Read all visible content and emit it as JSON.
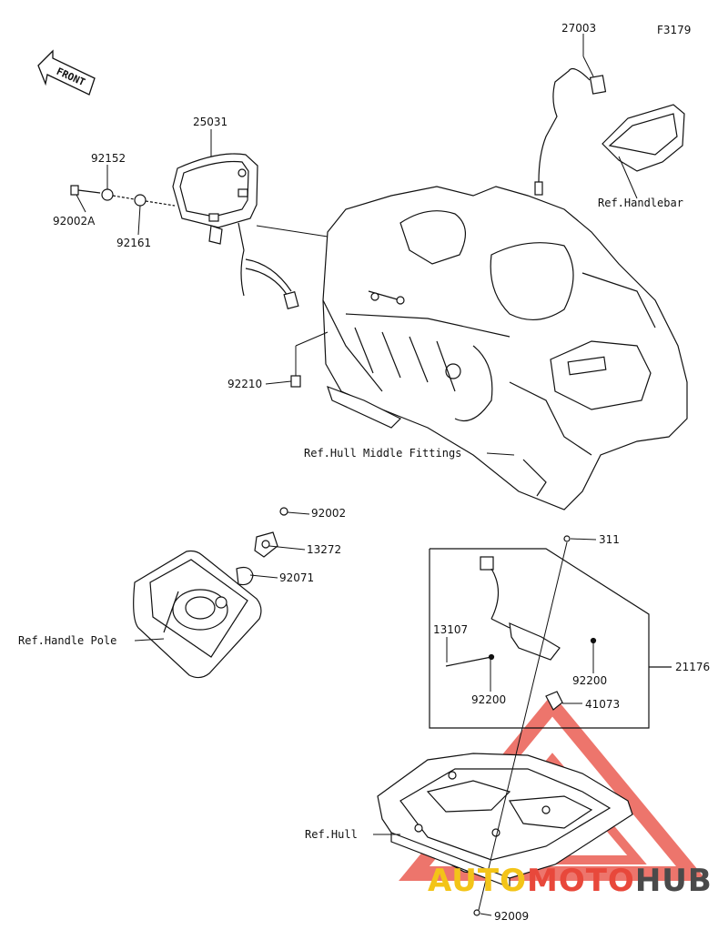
{
  "figure_code": "F3179",
  "front_label": "FRONT",
  "parts": {
    "p27003": "27003",
    "p25031": "25031",
    "p92152": "92152",
    "p92002A": "92002A",
    "p92161": "92161",
    "p92210": "92210",
    "p92002": "92002",
    "p13272": "13272",
    "p92071": "92071",
    "p311": "311",
    "p13107": "13107",
    "p21176": "21176",
    "p92200a": "92200",
    "p92200b": "92200",
    "p41073": "41073",
    "p92009": "92009"
  },
  "refs": {
    "handlebar": "Ref.Handlebar",
    "hull_middle": "Ref.Hull Middle Fittings",
    "handle_pole": "Ref.Handle Pole",
    "hull": "Ref.Hull"
  },
  "watermark": {
    "part1": "AUTO",
    "part2": "MOTO",
    "part3": "HUB",
    "color_yellow": "#f3c418",
    "color_red": "#e8483b",
    "color_gray": "#4a4a4a"
  }
}
